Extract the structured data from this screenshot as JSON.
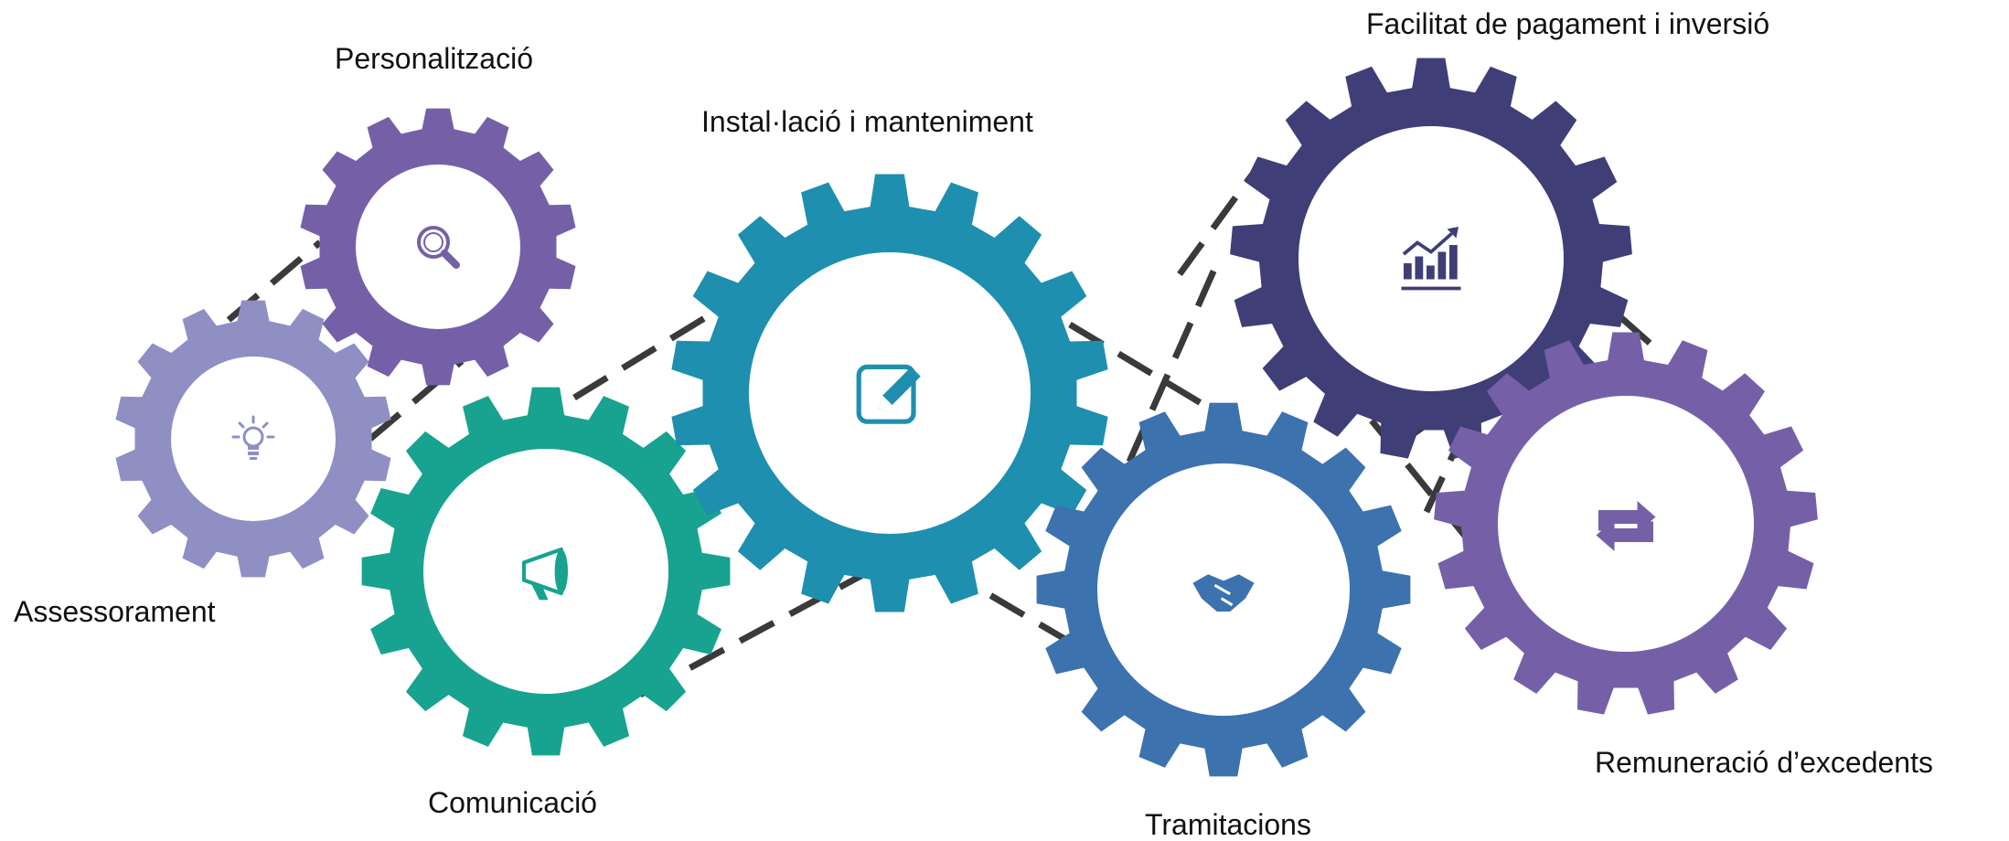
{
  "gears": [
    {
      "id": "assessorament",
      "label": "Assessorament",
      "color": "#8F8FC4",
      "icon": "lightbulb-icon"
    },
    {
      "id": "personalitzacio",
      "label": "Personalització",
      "color": "#7560A8",
      "icon": "magnifier-icon"
    },
    {
      "id": "comunicacio",
      "label": "Comunicació",
      "color": "#17A38F",
      "icon": "megaphone-icon"
    },
    {
      "id": "installacio",
      "label": "Instal·lació i manteniment",
      "color": "#1E8FAE",
      "icon": "edit-icon"
    },
    {
      "id": "tramitacions",
      "label": "Tramitacions",
      "color": "#3C72AE",
      "icon": "handshake-icon"
    },
    {
      "id": "facilitat",
      "label": "Facilitat de pagament i inversió",
      "color": "#3F3E77",
      "icon": "growth-chart-icon"
    },
    {
      "id": "remuneracio",
      "label": "Remuneració d’excedents",
      "color": "#7560A8",
      "icon": "repeat-icon"
    }
  ],
  "connector_color": "#3A3A3A"
}
